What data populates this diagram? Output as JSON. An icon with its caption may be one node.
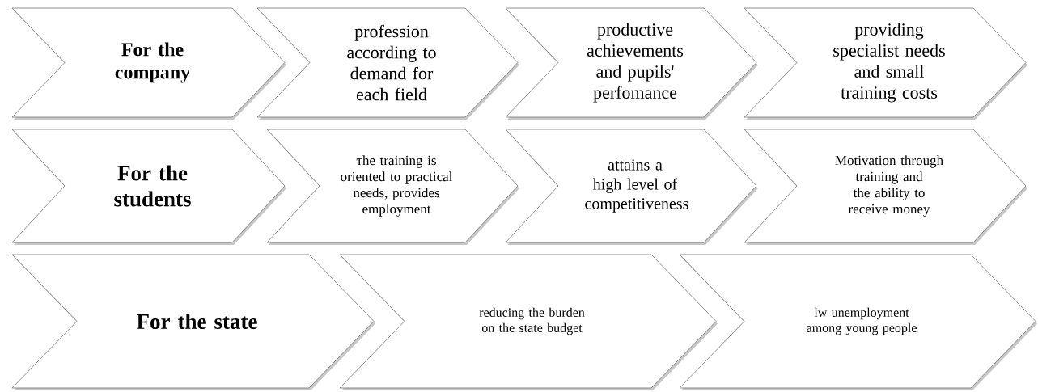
{
  "diagram": {
    "nodes": [
      {
        "text": [
          "For the company"
        ]
      },
      {
        "text": [
          "profession according to demand for each field"
        ]
      },
      {
        "text": [
          "productive achievements and pupils' perfomance"
        ]
      },
      {
        "text": [
          "providing specialist needs and small training costs"
        ]
      },
      {
        "text": [
          "For the students"
        ]
      },
      {
        "text": [
          "тhe training is oriented to practical needs, provides employment"
        ]
      },
      {
        "text": [
          "attains a high level of competitiveness"
        ]
      },
      {
        "text": [
          "Motivation through training and the ability to receive money"
        ]
      },
      {
        "text": [
          "For the state"
        ]
      },
      {
        "text": [
          "reducing the burden on the state budget"
        ]
      },
      {
        "text": [
          "lw unemployment among young people"
        ]
      }
    ]
  }
}
